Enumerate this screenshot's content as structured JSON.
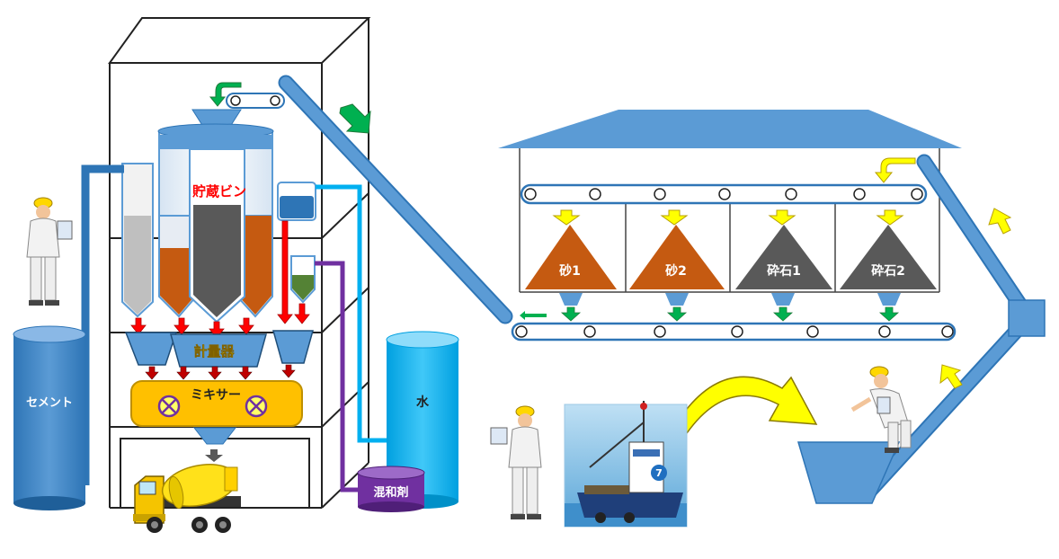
{
  "labels": {
    "storage_bin": "貯蔵ビン",
    "weigher": "計量器",
    "mixer": "ミキサー",
    "cement": "セメント",
    "water": "水",
    "admixture": "混和剤",
    "sand1": "砂1",
    "sand2": "砂2",
    "gravel1": "砕石1",
    "gravel2": "砕石2"
  },
  "ship": {
    "number": "7"
  },
  "colors": {
    "conveyor_blue": "#5b9bd5",
    "dark_blue": "#2e75b6",
    "sand": "#c55a11",
    "gravel": "#595959",
    "mixer_fill": "#ffc000",
    "water": "#00b0f0",
    "admixture": "#7030a0",
    "arrow_red": "#ff0000",
    "arrow_green": "#00b050",
    "arrow_yellow": "#ffff00",
    "label_red": "#ff0000"
  }
}
